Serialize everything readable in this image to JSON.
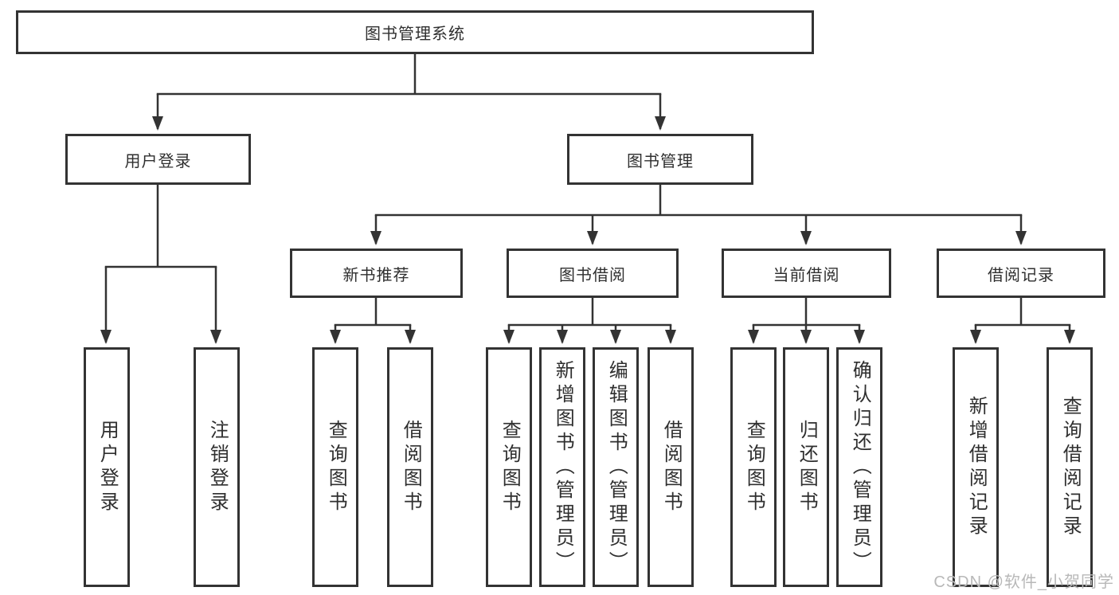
{
  "diagram": {
    "tree": {
      "label": "图书管理系统",
      "children": [
        {
          "label": "用户登录",
          "children": [
            {
              "label": "用户登录"
            },
            {
              "label": "注销登录"
            }
          ]
        },
        {
          "label": "图书管理",
          "children": [
            {
              "label": "新书推荐",
              "children": [
                {
                  "label": "查询图书"
                },
                {
                  "label": "借阅图书"
                }
              ]
            },
            {
              "label": "图书借阅",
              "children": [
                {
                  "label": "查询图书"
                },
                {
                  "label": "新增图书（管理员）"
                },
                {
                  "label": "编辑图书（管理员）"
                },
                {
                  "label": "借阅图书"
                }
              ]
            },
            {
              "label": "当前借阅",
              "children": [
                {
                  "label": "查询图书"
                },
                {
                  "label": "归还图书"
                },
                {
                  "label": "确认归还（管理员）"
                }
              ]
            },
            {
              "label": "借阅记录",
              "children": [
                {
                  "label": "新增借阅记录"
                },
                {
                  "label": "查询借阅记录"
                }
              ]
            }
          ]
        }
      ]
    },
    "watermark": "CSDN @软件_小贺同学",
    "colors": {
      "line": "#333333",
      "box_background": "#ffffff",
      "watermark_text": "#b8b8b8"
    }
  }
}
